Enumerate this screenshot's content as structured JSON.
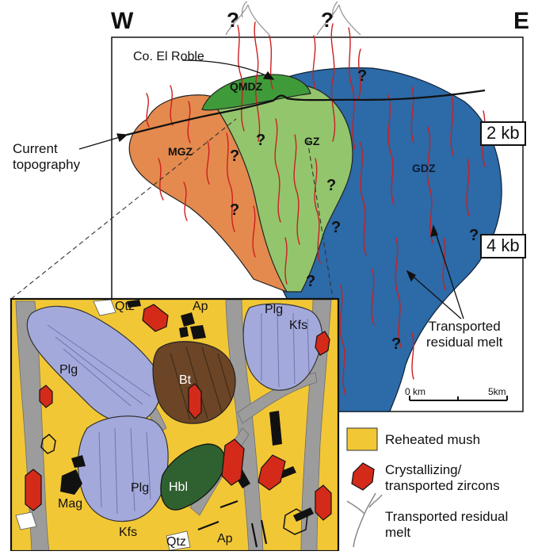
{
  "directions": {
    "west": "W",
    "east": "E"
  },
  "question_mark": "?",
  "location": "Co. El Roble",
  "units": {
    "qmdz": "QMDZ",
    "mgz": "MGZ",
    "gz": "GZ",
    "gdz": "GDZ"
  },
  "pressure": {
    "shallow": "2 kb",
    "deep": "4 kb"
  },
  "current_topography_label": [
    "Current",
    "topography"
  ],
  "transported_melt_label": [
    "Transported",
    "residual melt"
  ],
  "scale_bar": {
    "start": "0 km",
    "end": "5km"
  },
  "minerals": {
    "qtz": "Qtz",
    "ap": "Ap",
    "plg": "Plg",
    "kfs": "Kfs",
    "bt": "Bt",
    "hbl": "Hbl",
    "mag": "Mag"
  },
  "legend": {
    "reheated_mush": "Reheated mush",
    "zircons": [
      "Crystallizing/",
      "transported zircons"
    ],
    "residual_melt": [
      "Transported residual",
      "melt"
    ]
  },
  "colors": {
    "qmdz": "#3f9b3a",
    "mgz": "#e48a4e",
    "gz": "#93c56d",
    "gdz": "#2c6aa8",
    "mush": "#f2c736",
    "plagioclase": "#a4a9dc",
    "biotite": "#6b4526",
    "hornblende": "#2f6130",
    "zircon": "#d42a1a",
    "melt_vein": "#9a9a9a",
    "red_vein": "#cc1f1f"
  }
}
